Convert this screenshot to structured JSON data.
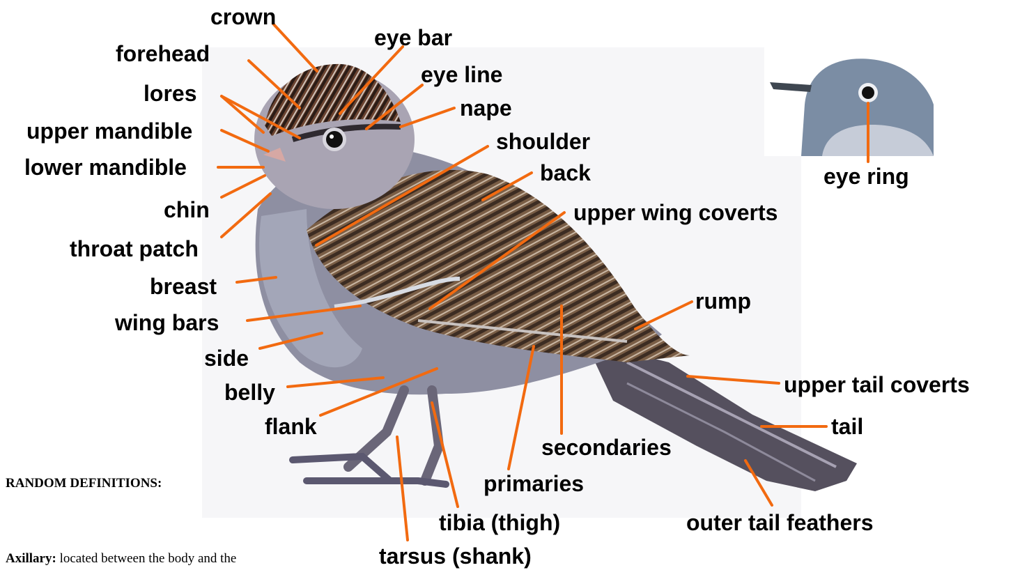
{
  "labels": {
    "crown": "crown",
    "eye_bar": "eye bar",
    "forehead": "forehead",
    "eye_line": "eye line",
    "lores": "lores",
    "nape": "nape",
    "upper_mandible": "upper mandible",
    "shoulder": "shoulder",
    "lower_mandible": "lower mandible",
    "back": "back",
    "eye_ring": "eye ring",
    "chin": "chin",
    "upper_wing_coverts": "upper wing coverts",
    "throat_patch": "throat patch",
    "breast": "breast",
    "rump": "rump",
    "wing_bars": "wing bars",
    "side": "side",
    "belly": "belly",
    "upper_tail_coverts": "upper tail coverts",
    "flank": "flank",
    "tail": "tail",
    "secondaries": "secondaries",
    "primaries": "primaries",
    "tibia": "tibia (thigh)",
    "outer_tail_feathers": "outer tail feathers",
    "tarsus": "tarsus (shank)"
  },
  "document": {
    "heading": "RANDOM DEFINITIONS:",
    "axillary_term": "Axillary:",
    "axillary_text": " located between the body and the"
  },
  "colors": {
    "leader_line": "#f26a10",
    "label_text": "#000000"
  }
}
